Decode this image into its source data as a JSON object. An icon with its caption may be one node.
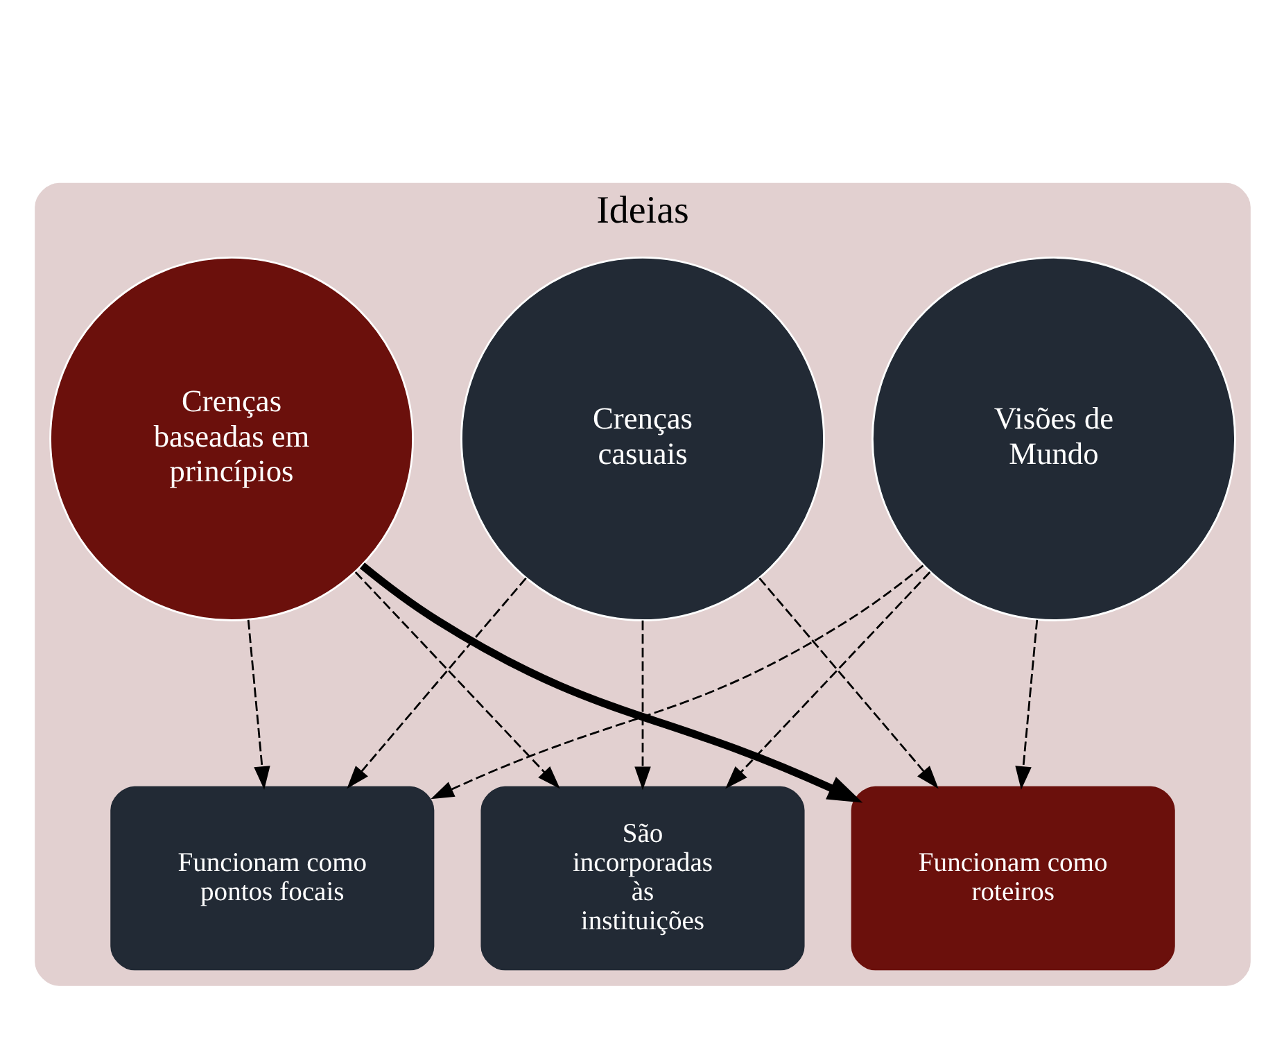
{
  "diagram": {
    "nodes": [
      {
        "text": [
          "Ideias"
        ]
      },
      {
        "text": [
          "Visões de Mundo"
        ],
        "in": 0
      },
      {
        "text": [
          "Crenças baseadas em princípios"
        ],
        "in": 0
      },
      {
        "text": [
          "Crenças casuais"
        ],
        "in": 0
      },
      {
        "text": [
          "Funcionam como roteiros"
        ],
        "in": 0
      },
      {
        "text": [
          "Funcionam como pontos focais"
        ],
        "in": 0
      },
      {
        "text": [
          "São incorporadas às instituições"
        ],
        "in": 0
      }
    ],
    "edges": [
      {
        "from": 1,
        "to": 4,
        "arrow": "to",
        "style": "dashed"
      },
      {
        "from": 1,
        "to": 5,
        "arrow": "to",
        "style": "dashed"
      },
      {
        "from": 1,
        "to": 6,
        "arrow": "to",
        "style": "dashed"
      },
      {
        "from": 2,
        "to": 4,
        "arrow": "to",
        "style": "thick"
      },
      {
        "from": 2,
        "to": 5,
        "arrow": "to",
        "style": "dashed"
      },
      {
        "from": 2,
        "to": 6,
        "arrow": "to",
        "style": "dashed"
      },
      {
        "from": 3,
        "to": 4,
        "arrow": "to",
        "style": "dashed"
      },
      {
        "from": 3,
        "to": 5,
        "arrow": "to",
        "style": "dashed"
      },
      {
        "from": 3,
        "to": 6,
        "arrow": "to",
        "style": "dashed"
      }
    ]
  }
}
